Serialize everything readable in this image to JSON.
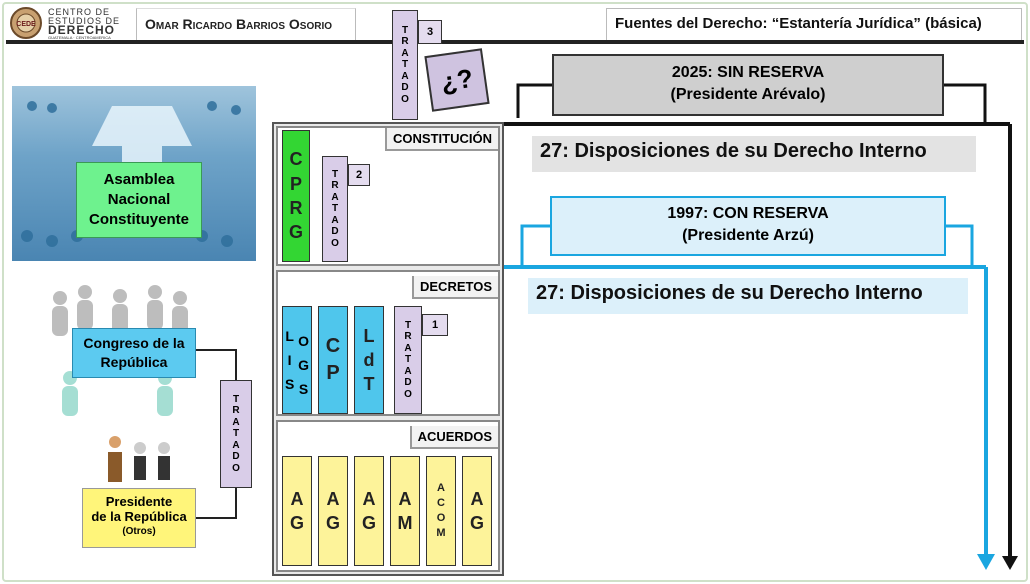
{
  "header": {
    "logo": {
      "line1": "CENTRO DE",
      "line2": "ESTUDIOS DE",
      "line3": "DERECHO",
      "line4": "GUATEMALA · CENTROAMERICA",
      "seal": "CEDE"
    },
    "author": "Omar Ricardo Barrios Osorio",
    "title": "Fuentes del Derecho: “Estantería Jurídica” (básica)"
  },
  "left": {
    "asamblea": "Asamblea Nacional Constituyente",
    "congreso": "Congreso de la República",
    "presidente_line1": "Presidente",
    "presidente_line2": "de la República",
    "presidente_note": "(Otros)",
    "tratado_side": [
      "T",
      "R",
      "A",
      "T",
      "A",
      "D",
      "O"
    ]
  },
  "top_tratado": {
    "letters": [
      "T",
      "R",
      "A",
      "T",
      "A",
      "D",
      "O"
    ],
    "number": "3",
    "question": "¿?"
  },
  "shelves": {
    "constitucion": {
      "title": "CONSTITUCIÓN",
      "cprg": [
        "C",
        "P",
        "R",
        "G"
      ],
      "tratado": [
        "T",
        "R",
        "A",
        "T",
        "A",
        "D",
        "O"
      ],
      "tratado_number": "2"
    },
    "decretos": {
      "title": "DECRETOS",
      "loigss": {
        "col1": [
          "L",
          "I",
          "S"
        ],
        "col2": [
          "O",
          "G",
          "S"
        ]
      },
      "cp": [
        "C",
        "P"
      ],
      "ldt": [
        "L",
        "d",
        "T"
      ],
      "tratado": [
        "T",
        "R",
        "A",
        "T",
        "A",
        "D",
        "O"
      ],
      "tratado_number": "1"
    },
    "acuerdos": {
      "title": "ACUERDOS",
      "cols": [
        {
          "letters": [
            "A",
            "G"
          ],
          "small": false
        },
        {
          "letters": [
            "A",
            "G"
          ],
          "small": false
        },
        {
          "letters": [
            "A",
            "G"
          ],
          "small": false
        },
        {
          "letters": [
            "A",
            "M"
          ],
          "small": false
        },
        {
          "letters": [
            "A",
            "C",
            "O",
            "M"
          ],
          "small": true
        },
        {
          "letters": [
            "A",
            "G"
          ],
          "small": false
        }
      ]
    }
  },
  "right": {
    "sin_reserva_line1": "2025: SIN RESERVA",
    "sin_reserva_line2": "(Presidente Arévalo)",
    "art27_a": "27: Disposiciones de su Derecho Interno",
    "con_reserva_line1": "1997: CON RESERVA",
    "con_reserva_line2": "(Presidente Arzú)",
    "art27_b": "27: Disposiciones de su Derecho Interno"
  },
  "colors": {
    "purple": "#d9cde8",
    "blue": "#4fc6ec",
    "green": "#33d633",
    "yellow": "#fdf39a",
    "asamblea_green": "#6ef28e",
    "line_blue": "#1aa6e0",
    "dark_gray": "#c8c8c8"
  }
}
